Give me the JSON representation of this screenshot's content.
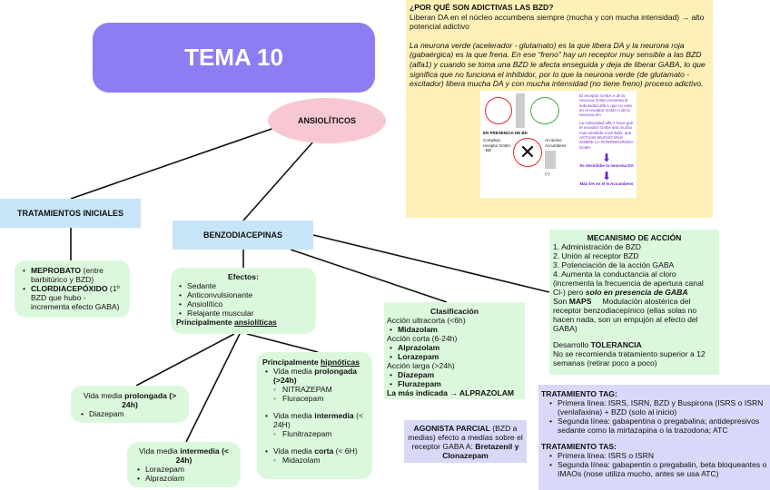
{
  "title": "TEMA 10",
  "root": "ANSIOLÍTICOS",
  "colors": {
    "title_bg": "#8d7df2",
    "root_bg": "#f8c8d2",
    "node_blue": "#c8e4f8",
    "green": "#dcf8dc",
    "yellow": "#fdf1b8",
    "lavender": "#d8d8f8"
  },
  "adictivas": {
    "heading": "¿POR QUÉ SON ADICTIVAS LAS BZD?",
    "p1": "Liberan DA en el núcleo accumbens siempre (mucha y con mucha intensidad) → alto potencial adictivo",
    "p2": "La neurona verde (acelerador - glutamato) es la que libera DA y la neurona roja (gabaérgica) es la que frena. En ese “freno” hay un receptor muy sensible a las BZD (alfa1) y cuando se toma una BZD le afecta enseguida y deja de liberar GABA, lo que significa que no funciona el inhibidor, por lo que la neurona verde (de glutamato - excitador) libera mucha DA y con mucha intensidad (no tiene freno)      proceso adictivo.",
    "figure": {
      "presence": "EN PRESENCIA DE BD",
      "accumbens": "Al núcleo Accumbens",
      "complex": "Complejo receptor GABA - BD",
      "plus": "(+)",
      "note1": "El receptor GABA A de la neurona GABA presenta la subunidad alfa 1 que no esta en el receptor GABA A de la neurona DA",
      "note2": "La subunidad alfa-1 hace que el receptor GABA sea mucho mas sensible a las BZD, que ACTUAN MUCHO MAS SOBRE LA INTERNEURONA GABA",
      "arrow1": "Se desinhibe la neurona DA",
      "arrow2": "Más DA en el N Accumbens"
    }
  },
  "tratamientos_iniciales": {
    "label": "TRATAMIENTOS INICIALES",
    "items": [
      {
        "bold": "MEPROBATO",
        "rest": " (entre barbitúrico y BZD)"
      },
      {
        "bold": "CLORDIACEPÓXIDO",
        "rest": " (1º BZD que hubo - incrementa efecto GABA)"
      }
    ]
  },
  "benzodiacepinas": {
    "label": "BENZODIACEPINAS"
  },
  "efectos": {
    "heading": "Efectos:",
    "items": [
      "Sedante",
      "Anticonvulsionante",
      "Ansiolítico",
      "Relajante muscular"
    ],
    "footer_bold": "Principalmente ",
    "footer_underline": "ansiolíticas"
  },
  "prolongada": {
    "pre": "Vida media ",
    "bold": "prolongada",
    "post": " (> 24h)",
    "items": [
      "Diazepam"
    ]
  },
  "intermedia": {
    "pre": "Vida media ",
    "bold": "intermedia",
    "post": " (< 24h)",
    "items": [
      "Lorazepam",
      "Alprazolam"
    ]
  },
  "hipnoticas": {
    "heading_pre": "Principalmente ",
    "heading_u": "hipnóticas",
    "groups": [
      {
        "pre": "Vida media ",
        "bold": "prolongada",
        "post": " (>24h)",
        "items": [
          "NITRAZEPAM",
          "Fluracepam"
        ]
      },
      {
        "pre": "Vida media ",
        "bold": "intermedia",
        "post": " (< 24H)",
        "items": [
          "Flunitrazepam"
        ]
      },
      {
        "pre": "Vida media ",
        "bold": "corta",
        "post": " (< 6H)",
        "items": [
          "Midazolam"
        ]
      }
    ]
  },
  "clasificacion": {
    "heading": "Clasificación",
    "g1": "Acción ultracorta (<6h)",
    "g1_items": [
      "Midazolam"
    ],
    "g2": "Acción corta (6-24h)",
    "g2_items": [
      "Alprazolam",
      "Lorazepam"
    ],
    "g3": "Acción larga (>24h)",
    "g3_items": [
      "Diazepam",
      "Flurazepam"
    ],
    "footer": "La más indicada → ALPRAZOLAM"
  },
  "agonista": {
    "bold": "AGONISTA PARCIAL",
    "mid": " (BZD a medias) efecto a medias sobre el receptor GABA A: ",
    "bold2": "Bretazenil y Clonazepam"
  },
  "mecanismo": {
    "heading": "MECANISMO DE ACCIÓN",
    "steps": [
      "1. Administración de BZD",
      "2. Unión al receptor BZD",
      "3. Potenciación de la acción GABA",
      "4. Aumenta la conductancia al cloro (incrementa la frecuencia de apertura canal Cl-) pero "
    ],
    "step4_bi": "solo en presencia de GABA",
    "maps_pre": "Son ",
    "maps_bold": "MAPS",
    "maps_rest": "     Modulación alostérica del receptor benzodiacepínico (ellas solas no hacen nada, son un empujón al efecto del GABA)",
    "tol_pre": "Desarrollo ",
    "tol_bold": "TOLERANCIA",
    "tol_rest": "No se recomienda tratamiento superior a 12 semanas (retirar poco a poco)"
  },
  "tratamiento": {
    "tag": "TRATAMIENTO TAG:",
    "tag_items": [
      "Primera línea: ISRS, ISRN, BZD y Buspirona (ISRS o ISRN (venlafaxina) + BZD (solo al inicio)",
      "Segunda línea: gabapentina o pregabalina; antidepresivos sedante como la mirtazapina o la trazodona; ATC"
    ],
    "tas": "TRATAMIENTO TAS:",
    "tas_items": [
      "Primera línea: ISRS o ISRN",
      "Segunda línea: gabapentin o pregabalin, beta bloqueantes o IMAOs (nose utiliza mucho, antes se usa ATC)"
    ]
  }
}
